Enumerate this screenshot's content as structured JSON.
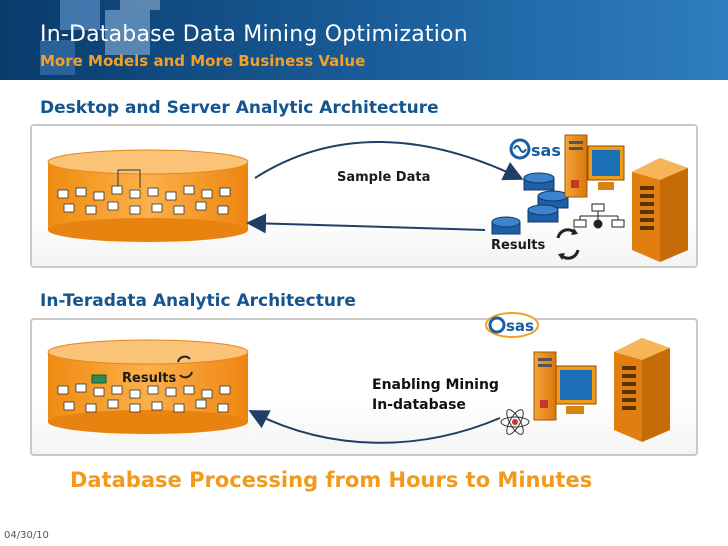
{
  "header": {
    "title": "In-Database Data Mining Optimization",
    "subtitle": "More Models and More Business Value"
  },
  "section1": {
    "title": "Desktop and Server Analytic Architecture",
    "flow_label": "Sample Data",
    "return_label": "Results",
    "logo_text": "sas"
  },
  "section2": {
    "title": "In-Teradata Analytic Architecture",
    "db_label": "Results",
    "mining_line1": "Enabling Mining",
    "mining_line2": "In-database",
    "logo_text": "sas"
  },
  "footer": {
    "tagline": "Database Processing from Hours to Minutes"
  },
  "date": "04/30/10",
  "colors": {
    "header_blue": "#0a3b6b",
    "accent_orange": "#f29a1a",
    "db_orange": "#f7941d",
    "section_blue": "#15558f"
  },
  "icons": [
    "database-cylinder-icon",
    "server-tower-icon",
    "desktop-computer-icon",
    "stacked-data-disks-icon",
    "refresh-cycle-icon",
    "org-chart-icon",
    "atom-icon",
    "sas-logo-icon"
  ]
}
